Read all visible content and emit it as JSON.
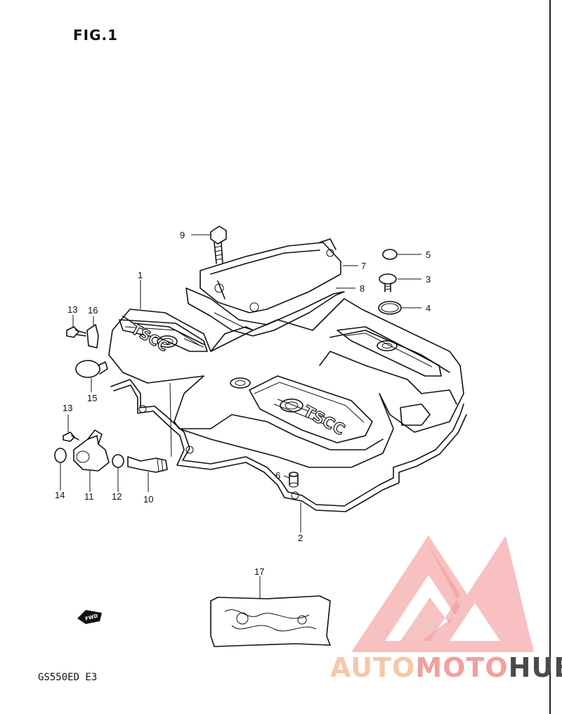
{
  "figure": {
    "title": "FIG.1",
    "model": "GS550ED  E3"
  },
  "callouts": [
    {
      "num": "1"
    },
    {
      "num": "2"
    },
    {
      "num": "3"
    },
    {
      "num": "4"
    },
    {
      "num": "5"
    },
    {
      "num": "6"
    },
    {
      "num": "7"
    },
    {
      "num": "8"
    },
    {
      "num": "9"
    },
    {
      "num": "10"
    },
    {
      "num": "11"
    },
    {
      "num": "12"
    },
    {
      "num": "13"
    },
    {
      "num": "13"
    },
    {
      "num": "14"
    },
    {
      "num": "15"
    },
    {
      "num": "16"
    },
    {
      "num": "17"
    }
  ],
  "cover_lettering": "TSCC",
  "fwd_label": "FWD",
  "watermark": {
    "part1": "AUTO",
    "part2": "MOTO",
    "part3": "HUB",
    "colors": [
      "#f4c9a8",
      "#f2a0a0",
      "#4a4a4a"
    ]
  }
}
